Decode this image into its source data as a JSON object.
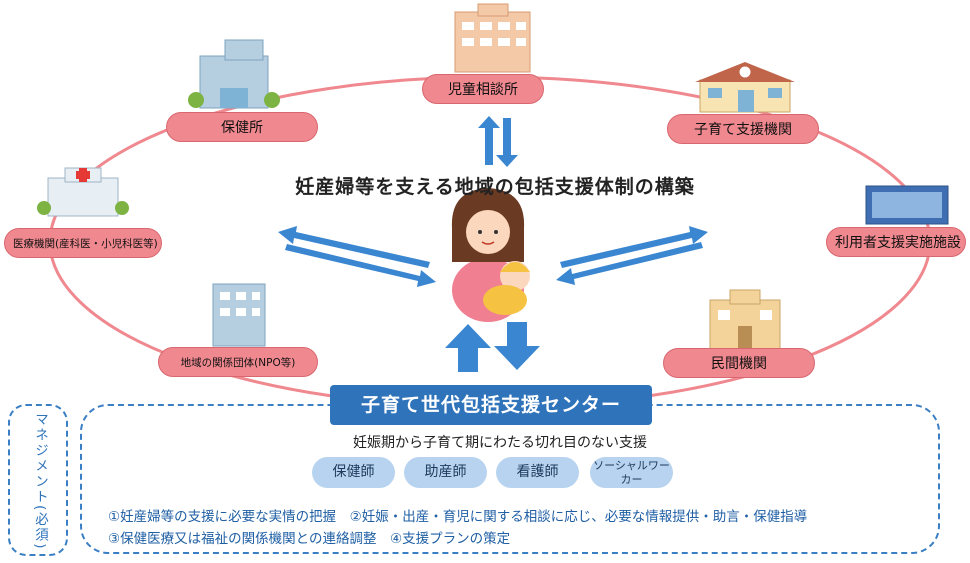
{
  "nodes": {
    "jido": "児童相談所",
    "hokensho": "保健所",
    "kosodate": "子育て支援機関",
    "iryo": "医療機関(産科医・小児科医等)",
    "riyousha": "利用者支援実施施設",
    "chiiki": "地域の関係団体(NPO等)",
    "minkan": "民間機関"
  },
  "title": "妊産婦等を支える地域の包括支援体制の構築",
  "center": "子育て世代包括支援センター",
  "management": "マネジメント(必須)",
  "subtitle": "妊娠期から子育て期にわたる切れ目のない支援",
  "roles": [
    "保健師",
    "助産師",
    "看護師",
    "ソーシャルワーカー"
  ],
  "duties": [
    "①妊産婦等の支援に必要な実情の把握　②妊娠・出産・育児に関する相談に応じ、必要な情報提供・助言・保健指導",
    "③保健医療又は福祉の関係機関との連絡調整　④支援プランの策定"
  ],
  "colors": {
    "pill": "#f0888f",
    "ring": "#f0888f",
    "arrow": "#3a86d1",
    "center": "#2f73ba",
    "role": "#b7d3ef"
  }
}
